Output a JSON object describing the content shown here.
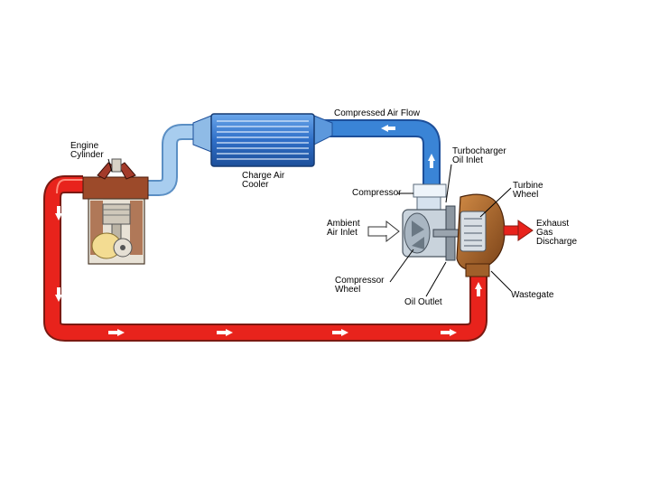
{
  "labels": {
    "engine_cylinder": "Engine\nCylinder",
    "charge_air_cooler": "Charge Air\nCooler",
    "compressed_air_flow": "Compressed Air Flow",
    "turbocharger_oil_inlet": "Turbocharger\nOil Inlet",
    "compressor": "Compressor",
    "turbine_wheel": "Turbine\nWheel",
    "ambient_air_inlet": "Ambient\nAir Inlet",
    "exhaust_gas_discharge": "Exhaust\nGas\nDischarge",
    "compressor_wheel": "Compressor\nWheel",
    "oil_outlet": "Oil Outlet",
    "wastegate": "Wastegate"
  },
  "colors": {
    "exhaust_pipe": "#e8231c",
    "compressed_pipe": "#3a84d6",
    "intake_pipe": "#9cc6ec",
    "cooler": "#3f83d8",
    "turbine_housing": "#b06b2a",
    "engine_block": "#9c4a2a"
  }
}
